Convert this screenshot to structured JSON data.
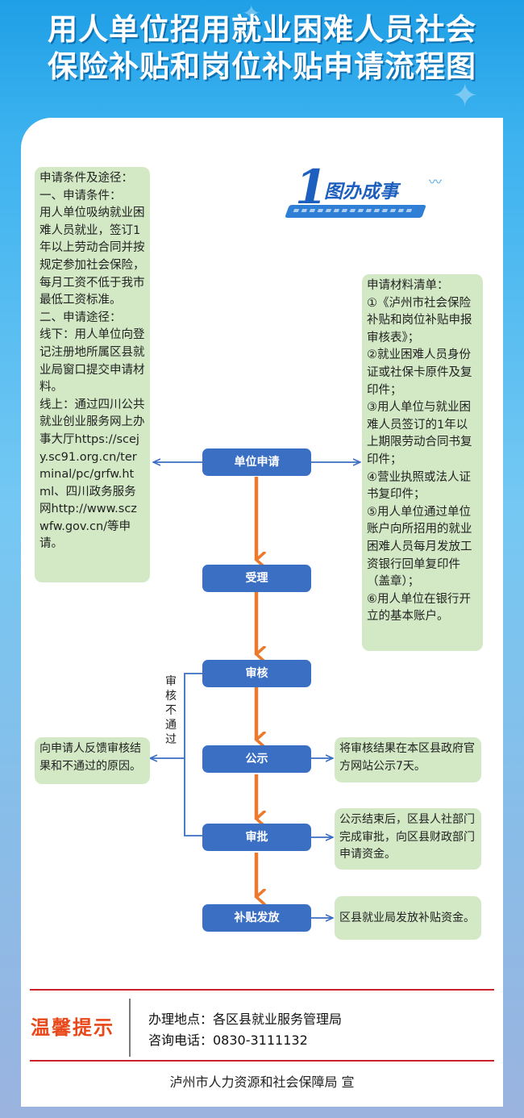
{
  "title": {
    "line1": "用人单位招用就业困难人员社会",
    "line2": "保险补贴和岗位补贴申请流程图"
  },
  "logo": {
    "number": "1",
    "text": "图办成事"
  },
  "left_box": {
    "text": "申请条件及途径：\n一、申请条件：\n用人单位吸纳就业困难人员就业，签订1年以上劳动合同并按规定参加社会保险，每月工资不低于我市最低工资标准。\n二、申请途径：\n线下：用人单位向登记注册地所属区县就业局窗口提交申请材料。\n线上：通过四川公共就业创业服务网上办事大厅https://scejy.sc91.org.cn/terminal/pc/grfw.html、四川政务服务网http://www.sczwfw.gov.cn/等申请。"
  },
  "right_box": {
    "text": "申请材料清单：\n①《泸州市社会保险补贴和岗位补贴申报审核表》；\n②就业困难人员身份证或社保卡原件及复印件；\n③用人单位与就业困难人员签订的1年以上期限劳动合同书复印件；\n④营业执照或法人证书复印件；\n⑤用人单位通过单位账户向所招用的就业困难人员每月发放工资银行回单复印件（盖章）；\n⑥用人单位在银行开立的基本账户。"
  },
  "steps": {
    "apply": "单位申请",
    "accept": "受理",
    "review": "审核",
    "publicize": "公示",
    "approve": "审批",
    "disburse": "补贴发放"
  },
  "reject_label": "审核不通过",
  "notes": {
    "reject": "向申请人反馈审核结果和不通过的原因。",
    "publicize": "将审核结果在本区县政府官方网站公示7天。",
    "approve": "公示结束后，区县人社部门完成审批，向区县财政部门申请资金。",
    "disburse": "区县就业局发放补贴资金。"
  },
  "tips": {
    "title": "温馨提示",
    "location": "办理地点：各区县就业服务管理局",
    "phone": "咨询电话：0830-3111132"
  },
  "footer": "泸州市人力资源和社会保障局  宣",
  "colors": {
    "step_blue": "#3b6fc4",
    "box_green": "#d3e9c6",
    "arrow_orange": "#ec7a2c",
    "connector_blue": "#3a6ec2",
    "tip_orange": "#e8481a",
    "rule_red": "#c9222b"
  }
}
